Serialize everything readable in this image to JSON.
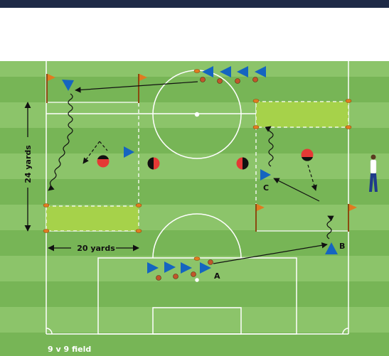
{
  "header": {
    "bar_color": "#1e2a47"
  },
  "field": {
    "caption": "9 v 9 field",
    "stripe_light": "#8cc46a",
    "stripe_dark": "#77b556",
    "zone_color": "#a6d24a",
    "line_color": "#ffffff"
  },
  "labels": {
    "height_dim": "24 yards",
    "width_dim": "20 yards",
    "player_a": "A",
    "player_b": "B",
    "player_c": "C"
  },
  "colors": {
    "attacker": "#1565c0",
    "defender_red": "#e53935",
    "defender_black": "#111111",
    "flag": "#e07b20",
    "ball": "#c0562b",
    "cone": "#e07b20",
    "arrow": "#111111"
  },
  "icons": {
    "attacker": "blue-triangle-icon",
    "defender": "red-black-disc-icon",
    "flag": "corner-flag-icon",
    "ball": "soccer-ball-icon",
    "coach": "coach-figure-icon"
  }
}
